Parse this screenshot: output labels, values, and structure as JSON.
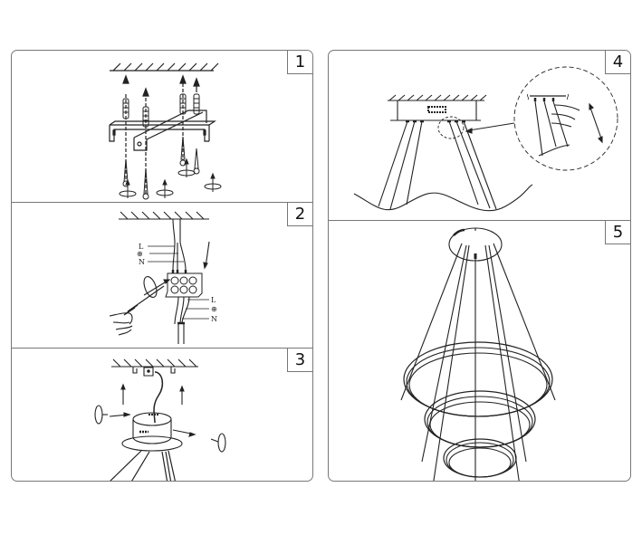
{
  "steps": [
    {
      "number": "1",
      "description": "Mount bracket to ceiling with wall plugs and screws"
    },
    {
      "number": "2",
      "description": "Connect wires to terminal block",
      "labels": {
        "live": "L",
        "earth": "⊕",
        "neutral": "N"
      }
    },
    {
      "number": "3",
      "description": "Attach canopy to bracket and fix with screws"
    },
    {
      "number": "4",
      "description": "Adjust suspension cable length"
    },
    {
      "number": "5",
      "description": "Finished three-ring pendant"
    }
  ],
  "colors": {
    "line": "#222222",
    "border": "#777777",
    "background": "#ffffff"
  }
}
